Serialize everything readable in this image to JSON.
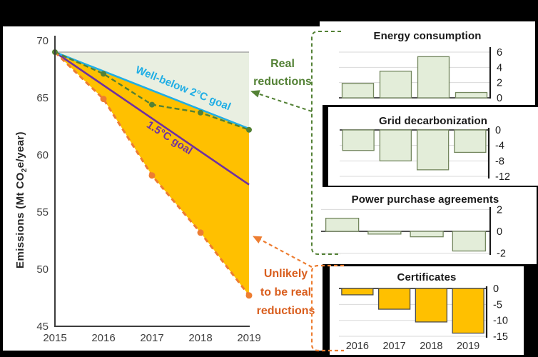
{
  "colors": {
    "background": "#000000",
    "card": "#ffffff",
    "accent_green": "#538135",
    "accent_orange": "#ED7D31",
    "annotation_orange_text": "#D95E1E",
    "accent_blue": "#20AEE5",
    "accent_purple": "#7030A0",
    "gold": "#FFC000",
    "light_green_area": "#e9efe1",
    "light_green_bar": "#e3edd9",
    "baseline_gray": "#a6a6a6"
  },
  "main_chart_ui": {
    "ylabel_pre": "Emissions (Mt CO",
    "ylabel_sub": "2",
    "ylabel_post": "e/year)",
    "annotation_real_line1": "Real",
    "annotation_real_line2": "reductions",
    "annotation_unlikely_line1": "Unlikely",
    "annotation_unlikely_line2": "to be real",
    "annotation_unlikely_line3": "reductions"
  },
  "chart_data": [
    {
      "type": "line",
      "x": [
        2015,
        2016,
        2017,
        2018,
        2019
      ],
      "x_tick_labels": [
        "2015",
        "2016",
        "2017",
        "2018",
        "2019"
      ],
      "ylabel": "Emissions (Mt CO2e/year)",
      "ylim": [
        45,
        70
      ],
      "y_ticks": [
        70,
        65,
        60,
        55,
        50,
        45
      ],
      "grid": false,
      "series": [
        {
          "name": "no-reduction baseline",
          "values": [
            69,
            69,
            69,
            69,
            69
          ],
          "color": "#a6a6a6",
          "style": "solid",
          "width": 1.5
        },
        {
          "name": "Well-below 2°C goal",
          "label": "Well-below 2°C goal",
          "values": [
            69,
            67.3,
            65.7,
            64.0,
            62.3
          ],
          "color": "#20AEE5",
          "style": "solid",
          "width": 2.6
        },
        {
          "name": "1.5°C goal",
          "label": "1.5°C goal",
          "values": [
            69,
            66.1,
            63.2,
            60.3,
            57.4
          ],
          "color": "#7030A0",
          "style": "solid",
          "width": 2.6
        },
        {
          "name": "real emissions",
          "values": [
            69,
            67.1,
            64.4,
            63.7,
            62.2
          ],
          "color": "#538135",
          "style": "dashed",
          "width": 2.4,
          "markers": true
        },
        {
          "name": "market-based emissions",
          "values": [
            69,
            64.9,
            58.2,
            53.2,
            47.7
          ],
          "color": "#ED7D31",
          "style": "dashed",
          "width": 3,
          "markers": true
        }
      ],
      "areas": [
        {
          "name": "Real reductions",
          "color": "#e9efe1",
          "between": [
            "no-reduction baseline",
            "Well-below 2°C goal"
          ]
        },
        {
          "name": "Unlikely to be real reductions",
          "color": "#FFC000",
          "between": [
            "Well-below 2°C goal",
            "market-based emissions"
          ]
        }
      ],
      "annotations": [
        "Real reductions",
        "Unlikely to be real reductions"
      ]
    },
    {
      "type": "bar",
      "title": "Energy consumption",
      "categories": [
        "2016",
        "2017",
        "2018",
        "2019"
      ],
      "values": [
        1.9,
        3.5,
        5.4,
        0.7
      ],
      "y_ticks": [
        6,
        4,
        2,
        0
      ],
      "ylim": [
        0,
        6.6
      ],
      "bar_color": "#e3edd9",
      "bar_border": "#74875f",
      "show_x_labels": false
    },
    {
      "type": "bar",
      "title": "Grid decarbonization",
      "categories": [
        "2016",
        "2017",
        "2018",
        "2019"
      ],
      "values": [
        -5.3,
        -8,
        -10.3,
        -5.8
      ],
      "y_ticks": [
        0,
        -4,
        -8,
        -12
      ],
      "ylim": [
        -12.8,
        0
      ],
      "bar_color": "#e3edd9",
      "bar_border": "#74875f",
      "show_x_labels": false
    },
    {
      "type": "bar",
      "title": "Power purchase agreements",
      "categories": [
        "2016",
        "2017",
        "2018",
        "2019"
      ],
      "values": [
        1.2,
        -0.25,
        -0.5,
        -1.8
      ],
      "y_ticks": [
        2,
        0,
        -2
      ],
      "ylim": [
        -2.2,
        2.2
      ],
      "bar_color": "#e3edd9",
      "bar_border": "#74875f",
      "show_x_labels": false
    },
    {
      "type": "bar",
      "title": "Certificates",
      "categories": [
        "2016",
        "2017",
        "2018",
        "2019"
      ],
      "values": [
        -2,
        -6.5,
        -10.5,
        -14
      ],
      "y_ticks": [
        0,
        -5,
        -10,
        -15
      ],
      "ylim": [
        -15.6,
        0
      ],
      "bar_color": "#FFC000",
      "bar_border": "#4d4d4d",
      "show_x_labels": true
    }
  ]
}
